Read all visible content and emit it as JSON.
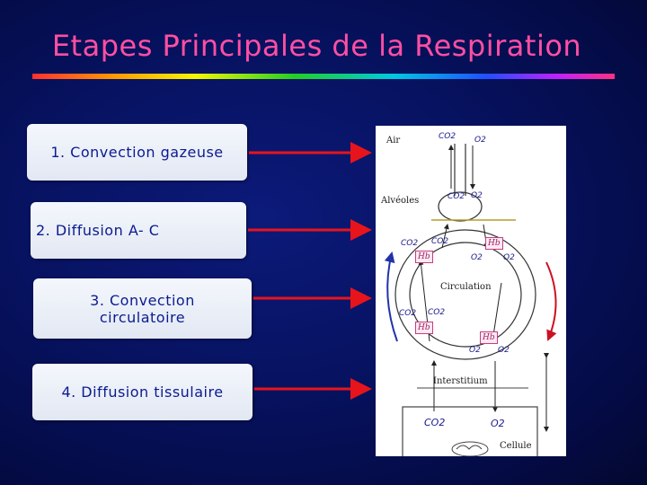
{
  "title": "Etapes Principales de la Respiration",
  "steps": [
    {
      "label": "1.  Convection  gazeuse"
    },
    {
      "label": "2. Diffusion  A- C"
    },
    {
      "label_line1": "3. Convection",
      "label_line2": "circulatoire"
    },
    {
      "label": "4. Diffusion tissulaire"
    }
  ],
  "figure": {
    "air": "Air",
    "alveoles": "Alvéoles",
    "circulation": "Circulation",
    "interstitium": "Interstitium",
    "cellule": "Cellule",
    "co2": "CO2",
    "o2": "O2",
    "hb": "Hb"
  },
  "colors": {
    "title": "#ff4fa3",
    "step_text": "#0b1b8f",
    "arrow": "#e8141c",
    "vessel_blue": "#2233aa",
    "vessel_red": "#cc1122"
  }
}
